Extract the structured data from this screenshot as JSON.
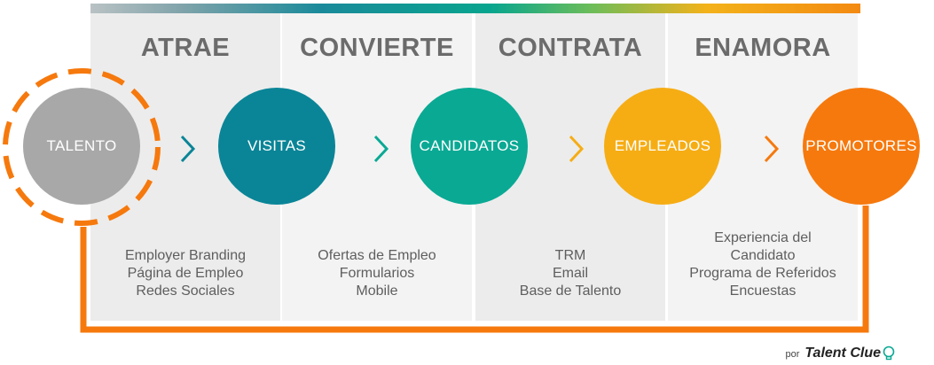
{
  "colors": {
    "talento": "#a8a8a8",
    "visitas": "#0a8597",
    "candidatos": "#0aa994",
    "empleados": "#f6ad14",
    "promotores": "#f6790d",
    "loop": "#f6790d"
  },
  "stages": [
    {
      "title": "ATRAE",
      "items": [
        "Employer Branding",
        "Página de Empleo",
        "Redes Sociales"
      ]
    },
    {
      "title": "CONVIERTE",
      "items": [
        "Ofertas de Empleo",
        "Formularios",
        "Mobile"
      ]
    },
    {
      "title": "CONTRATA",
      "items": [
        "TRM",
        "Email",
        "Base de Talento"
      ]
    },
    {
      "title": "ENAMORA",
      "items": [
        "Experiencia del",
        "Candidato",
        "Programa de Referidos",
        "Encuestas"
      ]
    }
  ],
  "nodes": [
    {
      "label": "TALENTO"
    },
    {
      "label": "VISITAS"
    },
    {
      "label": "CANDIDATOS"
    },
    {
      "label": "EMPLEADOS"
    },
    {
      "label": "PROMOTORES"
    }
  ],
  "credit": {
    "prefix": "por",
    "brand": "Talent Clue"
  }
}
